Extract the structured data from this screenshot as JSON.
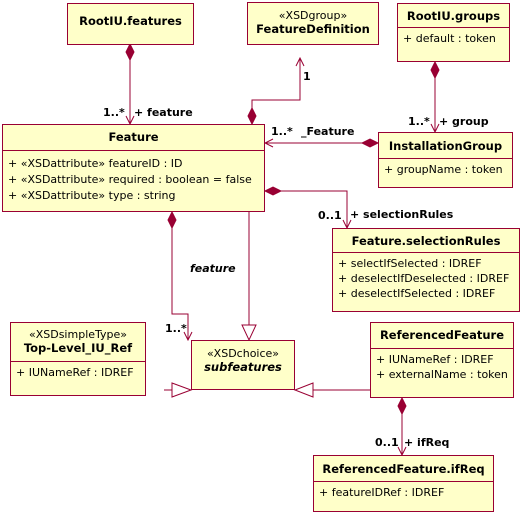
{
  "classes": {
    "rootiu_features": {
      "name": "RootIU.features"
    },
    "feature_definition": {
      "stereotype": "«XSDgroup»",
      "name": "FeatureDefinition"
    },
    "rootiu_groups": {
      "name": "RootIU.groups",
      "attributes": [
        "+ default : token"
      ]
    },
    "feature": {
      "name": "Feature",
      "attributes": [
        "+ «XSDattribute» featureID : ID",
        "+ «XSDattribute» required : boolean = false",
        "+ «XSDattribute» type : string"
      ]
    },
    "installation_group": {
      "name": "InstallationGroup",
      "attributes": [
        "+ groupName : token"
      ]
    },
    "feature_selection_rules": {
      "name": "Feature.selectionRules",
      "attributes": [
        "+ selectIfSelected : IDREF",
        "+ deselectIfDeselected : IDREF",
        "+ deselectIfSelected : IDREF"
      ]
    },
    "top_level_iu_ref": {
      "stereotype": "«XSDsimpleType»",
      "name": "Top-Level_IU_Ref",
      "attributes": [
        "+ IUNameRef : IDREF"
      ]
    },
    "subfeatures": {
      "stereotype": "«XSDchoice»",
      "name": "subfeatures"
    },
    "referenced_feature": {
      "name": "ReferencedFeature",
      "attributes": [
        "+ IUNameRef : IDREF",
        "+ externalName : token"
      ]
    },
    "referenced_feature_ifreq": {
      "name": "ReferencedFeature.ifReq",
      "attributes": [
        "+ featureIDRef : IDREF"
      ]
    }
  },
  "labels": {
    "feature_mult": "1..*",
    "feature_role": "+ feature",
    "featuredef_mult": "1",
    "group_feature_mult": "1..*",
    "group_feature_role": "_Feature",
    "group_mult": "1..*",
    "group_role": "+ group",
    "rules_mult": "0..1",
    "rules_role": "+ selectionRules",
    "feature_italic": "feature",
    "subfeatures_mult": "1..*",
    "ifreq_mult": "0..1",
    "ifreq_role": "+ ifReq"
  },
  "colors": {
    "line": "#990033",
    "fill": "#ffffc9"
  }
}
